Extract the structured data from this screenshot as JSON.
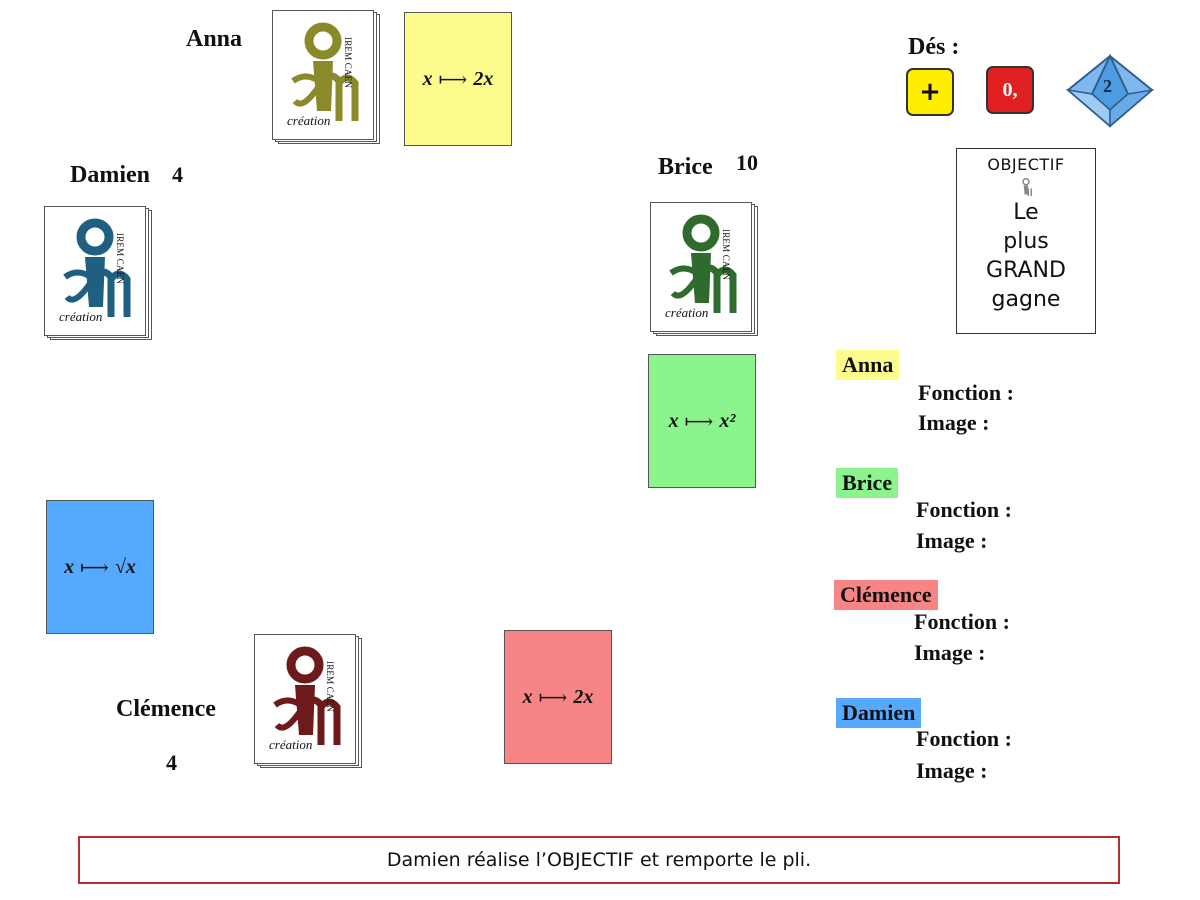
{
  "players": {
    "anna": {
      "name": "Anna",
      "score": "",
      "deck_color": "#8a8a2a",
      "card_color": "#fcfc8c",
      "card": {
        "var": "x",
        "arrow": "⟼",
        "expr": "2x"
      }
    },
    "brice": {
      "name": "Brice",
      "score": "10",
      "deck_color": "#2f6a2f",
      "card_color": "#8cf48c",
      "card": {
        "var": "x",
        "arrow": "⟼",
        "expr": "x²"
      }
    },
    "clemence": {
      "name": "Clémence",
      "score": "4",
      "deck_color": "#6e1a1a",
      "card_color": "#f88585",
      "card": {
        "var": "x",
        "arrow": "⟼",
        "expr": "2x"
      }
    },
    "damien": {
      "name": "Damien",
      "score": "4",
      "deck_color": "#1f5f82",
      "card_color": "#55aaff",
      "card": {
        "var": "x",
        "arrow": "⟼",
        "expr": "√x"
      }
    }
  },
  "deck_text": {
    "creation": "création",
    "irem": "IREM CAEN"
  },
  "dice": {
    "label": "Dés :",
    "op": {
      "value": "+",
      "color": "#ffee00"
    },
    "digit": {
      "value": "0,",
      "color": "#e02020"
    },
    "d10": {
      "value": "2",
      "color": "#4d9be0"
    }
  },
  "objective": {
    "title": "OBJECTIF",
    "lines": [
      "Le",
      "plus",
      "GRAND",
      "gagne"
    ]
  },
  "panel": {
    "fonction_label": "Fonction :",
    "image_label": "Image :",
    "rows": [
      {
        "name": "Anna",
        "color": "#fcfc8c"
      },
      {
        "name": "Brice",
        "color": "#8cf48c"
      },
      {
        "name": "Clémence",
        "color": "#f88585"
      },
      {
        "name": "Damien",
        "color": "#55aaff"
      }
    ]
  },
  "message": "Damien réalise l’OBJECTIF et remporte le pli."
}
